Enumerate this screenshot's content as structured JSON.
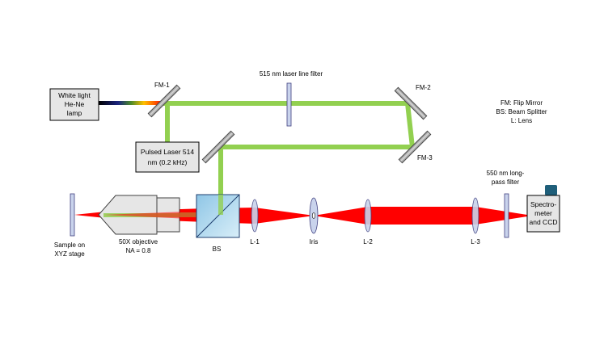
{
  "labels": {
    "white_light_1": "White light",
    "white_light_2": "He-Ne",
    "white_light_3": "lamp",
    "fm1": "FM-1",
    "fm2": "FM-2",
    "fm3": "FM-3",
    "filter515": "515 nm laser line filter",
    "legend_fm": "FM: Flip Mirror",
    "legend_bs": "BS: Beam Splitter",
    "legend_l": "L: Lens",
    "pulsed_1": "Pulsed Laser 514",
    "pulsed_2": "nm (0.2 kHz)",
    "lp_1": "550 nm long-",
    "lp_2": "pass filter",
    "spec_1": "Spectro-",
    "spec_2": "meter",
    "spec_3": "and CCD",
    "sample_1": "Sample on",
    "sample_2": "XYZ stage",
    "objective_1": "50X objective",
    "objective_2": "NA = 0.8",
    "bs": "BS",
    "l1": "L-1",
    "iris": "Iris",
    "l2": "L-2",
    "l3": "L-3"
  },
  "colors": {
    "green_beam": "#92d050",
    "red_beam": "#ff0000",
    "optic_fill": "#c9d3ec",
    "optic_stroke": "#404080",
    "box_fill": "#e6e6e6",
    "bs_cube": "#b9ddef",
    "detector": "#1f5f7a"
  }
}
